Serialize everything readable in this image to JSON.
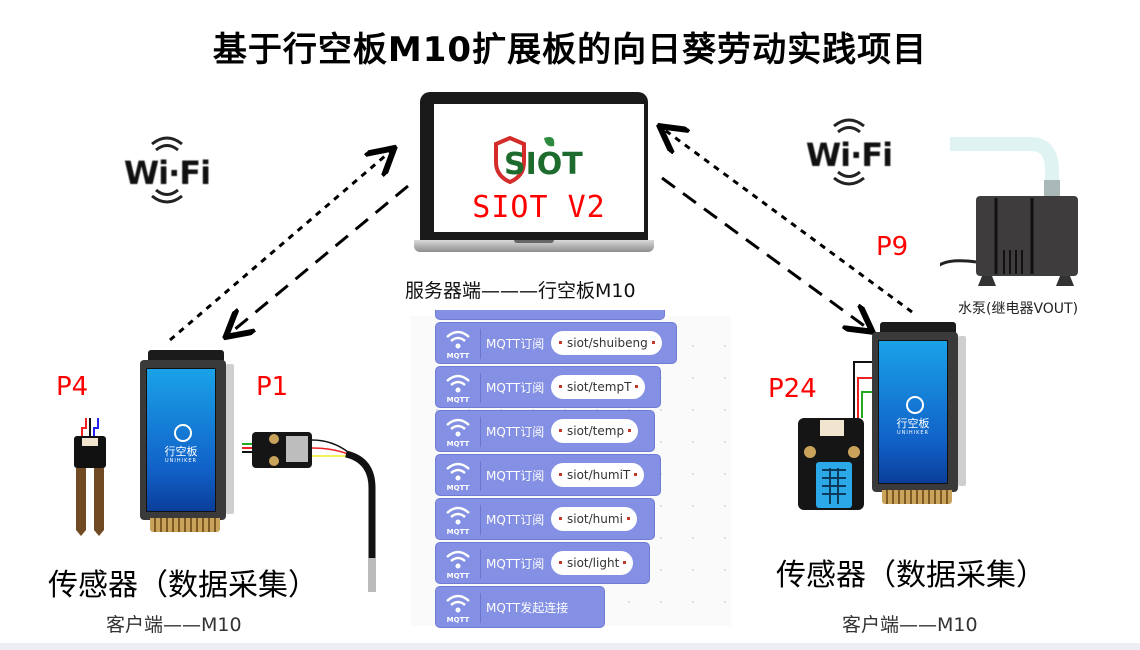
{
  "title": "基于行空板M10扩展板的向日葵劳动实践项目",
  "server": {
    "logo_text": "SIOT",
    "version_label": "SIOT V2",
    "caption": "服务器端———行空板M10"
  },
  "wifi": {
    "label": "Wi·Fi"
  },
  "left_client": {
    "pin_left": "P4",
    "pin_right": "P1",
    "board_logo_cn": "行空板",
    "board_logo_en": "UNIHIKER",
    "sensor_caption": "传感器（数据采集）",
    "client_caption": "客户端——M10"
  },
  "right_client": {
    "pin_sensor": "P24",
    "pin_pump": "P9",
    "pump_label": "水泵(继电器VOUT)",
    "board_logo_cn": "行空板",
    "board_logo_en": "UNIHIKER",
    "sensor_caption": "传感器（数据采集）",
    "client_caption": "客户端——M10"
  },
  "mqtt_blocks": [
    {
      "icon_text": "MQTT",
      "label": "MQTT订阅",
      "topic": "siot/shuibeng"
    },
    {
      "icon_text": "MQTT",
      "label": "MQTT订阅",
      "topic": "siot/tempT"
    },
    {
      "icon_text": "MQTT",
      "label": "MQTT订阅",
      "topic": "siot/temp"
    },
    {
      "icon_text": "MQTT",
      "label": "MQTT订阅",
      "topic": "siot/humiT"
    },
    {
      "icon_text": "MQTT",
      "label": "MQTT订阅",
      "topic": "siot/humi"
    },
    {
      "icon_text": "MQTT",
      "label": "MQTT订阅",
      "topic": "siot/light"
    },
    {
      "icon_text": "MQTT",
      "label": "MQTT发起连接",
      "topic": null
    }
  ],
  "colors": {
    "block": "#8490e3",
    "accent_red": "#ff0000",
    "siot_green": "#1e6b2e",
    "siot_red": "#d42b2b"
  }
}
